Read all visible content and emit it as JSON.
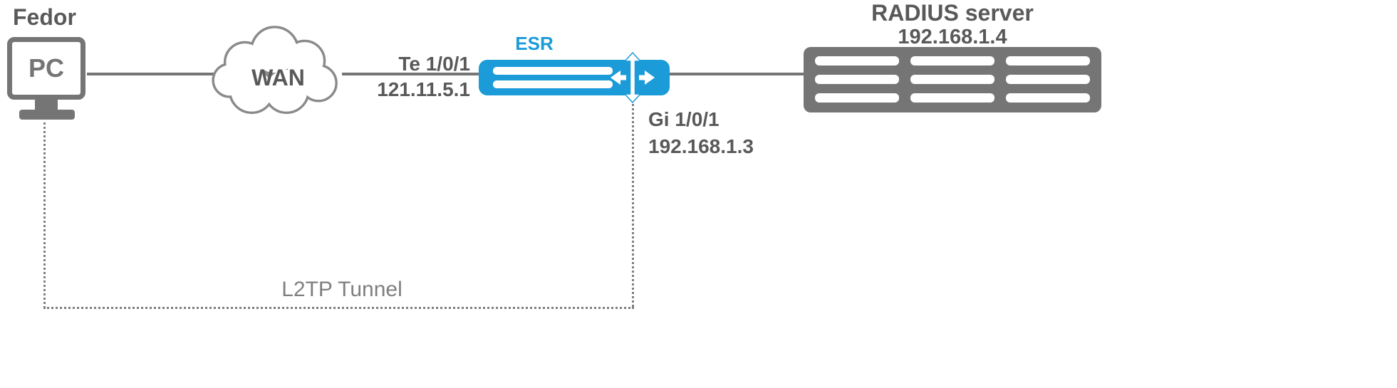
{
  "colors": {
    "accent_blue": "#1b9bd8",
    "shape_gray": "#757575",
    "text_dark": "#595959",
    "line_gray": "#7f7f7f"
  },
  "pc": {
    "title": "Fedor",
    "label": "PC"
  },
  "wan": {
    "label": "WAN"
  },
  "esr": {
    "label": "ESR",
    "left_interface": {
      "name": "Te 1/0/1",
      "ip": "121.11.5.1"
    },
    "right_interface": {
      "name": "Gi 1/0/1",
      "ip": "192.168.1.3"
    }
  },
  "radius_server": {
    "title": "RADIUS server",
    "ip": "192.168.1.4"
  },
  "tunnel": {
    "label": "L2TP Tunnel"
  }
}
